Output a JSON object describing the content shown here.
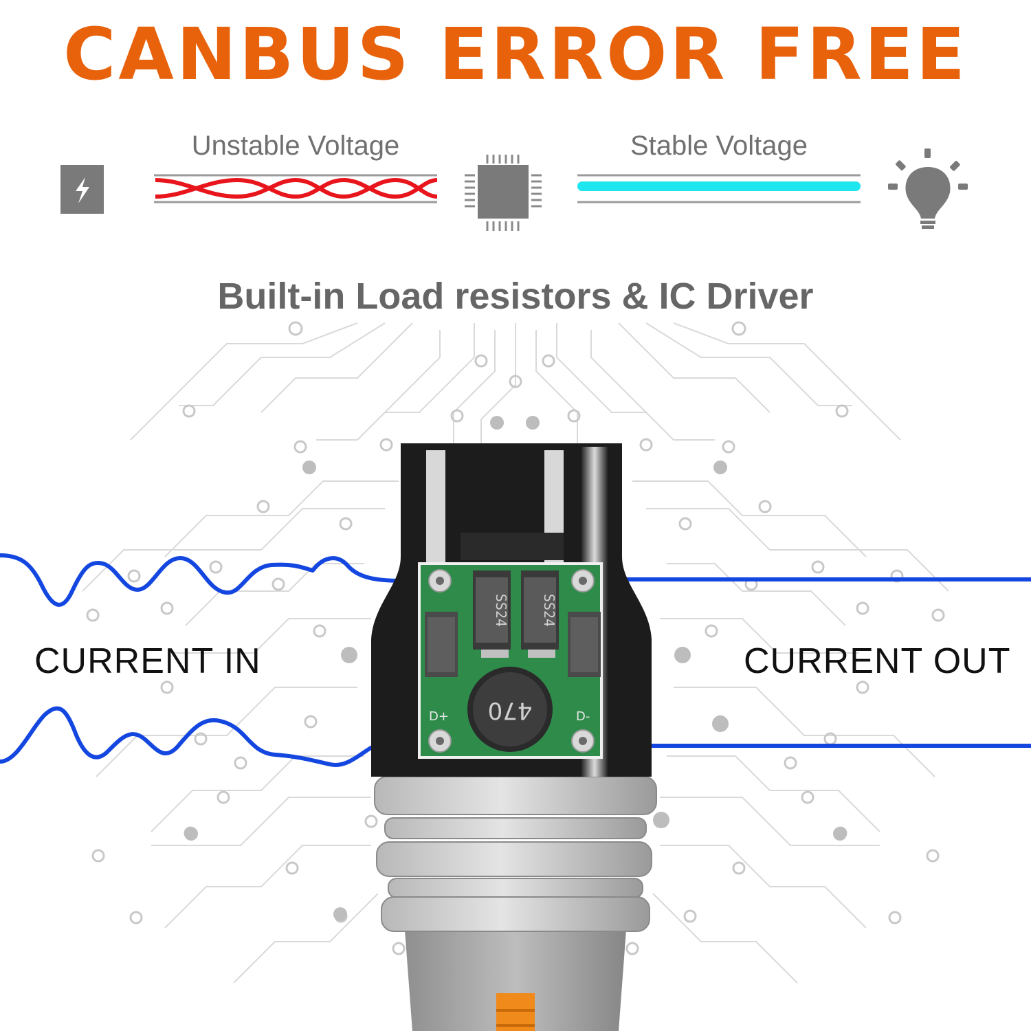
{
  "headline": "CANBUS ERROR FREE",
  "unstable_label": "Unstable Voltage",
  "stable_label": "Stable Voltage",
  "subtitle": "Built-in Load resistors & IC Driver",
  "current_in": "CURRENT IN",
  "current_out": "CURRENT OUT",
  "module": {
    "diode_marking": "SS24",
    "inductor_marking": "470",
    "pad_plus": "D+",
    "pad_minus": "D-"
  },
  "icons": [
    "lightning-icon",
    "chip-icon",
    "lightbulb-icon"
  ],
  "colors": {
    "headline": "#E8620C",
    "unstable_wave": "#E8151C",
    "stable_bar": "#1EE6EE",
    "current_wave": "#1446E0",
    "icon_gray": "#7A7A7A",
    "pcb_green": "#2E8B4A",
    "amber_led": "#F08A1A"
  }
}
